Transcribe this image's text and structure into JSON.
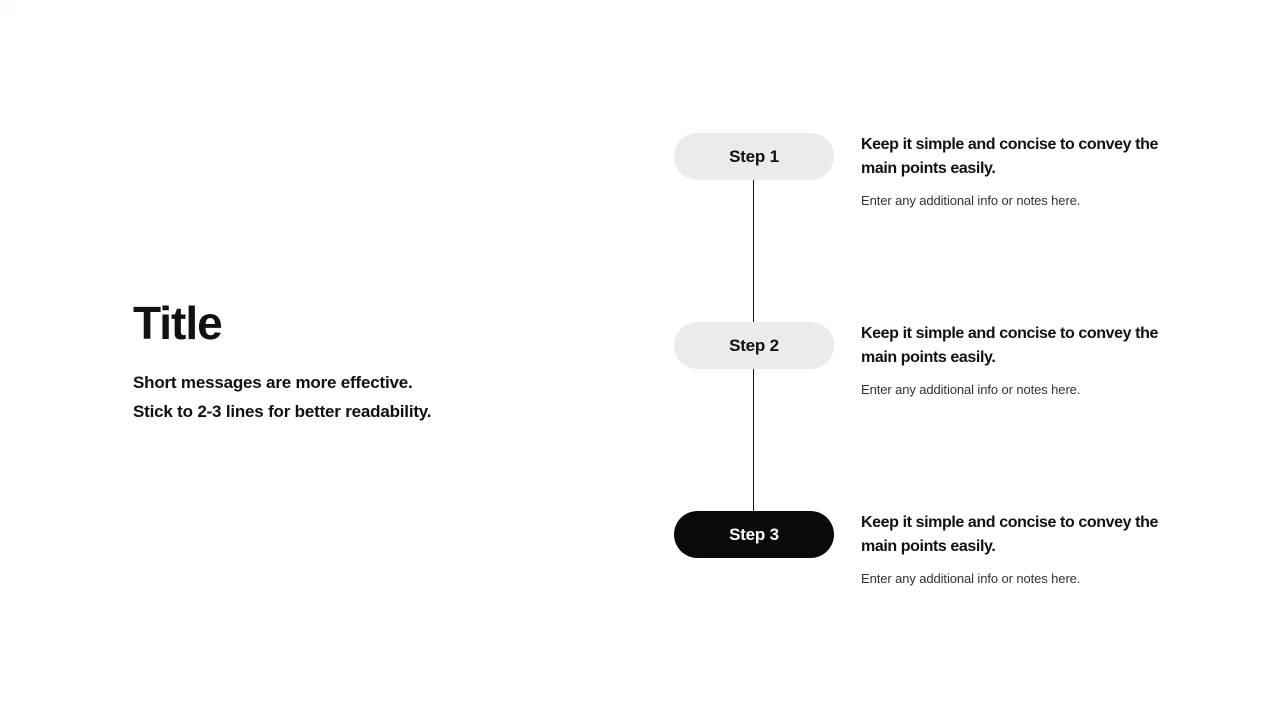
{
  "intro": {
    "title": "Title",
    "subtitle_lines": [
      "Short messages are more effective.",
      "Stick to 2-3 lines for better readability."
    ]
  },
  "timeline": {
    "steps": [
      {
        "label": "Step 1",
        "variant": "light",
        "description_lines": [
          "Keep it simple and concise to convey the",
          "main points easily."
        ],
        "note": "Enter any additional info or notes here."
      },
      {
        "label": "Step 2",
        "variant": "light",
        "description_lines": [
          "Keep it simple and concise to convey the",
          "main points easily."
        ],
        "note": "Enter any additional info or notes here."
      },
      {
        "label": "Step 3",
        "variant": "dark",
        "description_lines": [
          "Keep it simple and concise to convey the",
          "main points easily."
        ],
        "note": "Enter any additional info or notes here."
      }
    ]
  },
  "colors": {
    "background": "#ffffff",
    "pill_light": "#ebebeb",
    "pill_dark": "#0a0a0a",
    "pill_dark_text": "#ffffff",
    "text_primary": "#111111",
    "text_note": "#333333",
    "connector": "#111111",
    "corner": "#fcfcfc"
  }
}
